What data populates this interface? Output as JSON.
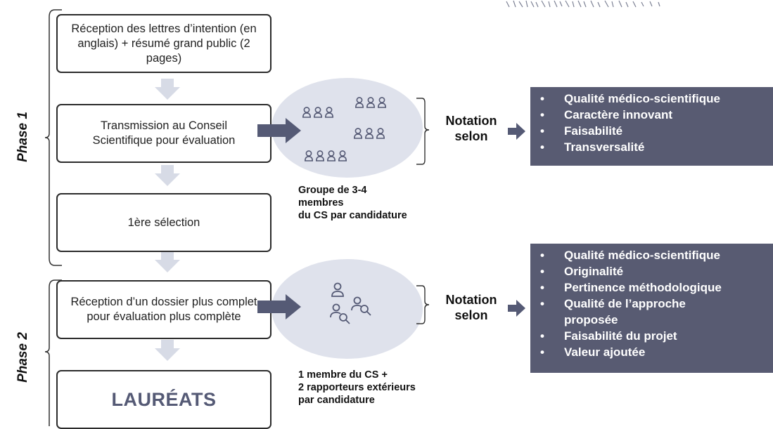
{
  "colors": {
    "panel": "#585b72",
    "circle": "#dfe2ec",
    "arrow_light": "#d7dbe6",
    "arrow_dark": "#555a75",
    "box_border": "#2b2b2b"
  },
  "phase1": {
    "label": "Phase 1",
    "steps": [
      "Réception des lettres d’intention (en anglais) + résumé grand public (2 pages)",
      "Transmission au Conseil Scientifique pour évaluation",
      "1ère sélection"
    ],
    "group_note": [
      "Groupe de 3-4",
      "membres",
      "du CS par candidature"
    ],
    "notation": [
      "Notation",
      "selon"
    ],
    "criteria": [
      "Qualité médico-scientifique",
      "Caractère innovant",
      "Faisabilité",
      "Transversalité"
    ],
    "icon": "people-group-icon"
  },
  "phase2": {
    "label": "Phase 2",
    "steps": [
      "Réception d’un dossier plus complet pour évaluation plus complète",
      "LAURÉATS"
    ],
    "group_note": [
      "1 membre du CS +",
      "2 rapporteurs extérieurs",
      "par candidature"
    ],
    "notation": [
      "Notation",
      "selon"
    ],
    "criteria": [
      "Qualité médico-scientifique",
      "Originalité",
      "Pertinence méthodologique",
      "Qualité de l’approche proposée",
      "Faisabilité du projet",
      "Valeur ajoutée"
    ],
    "icon": "person-search-icon"
  },
  "bullet_char": "•"
}
